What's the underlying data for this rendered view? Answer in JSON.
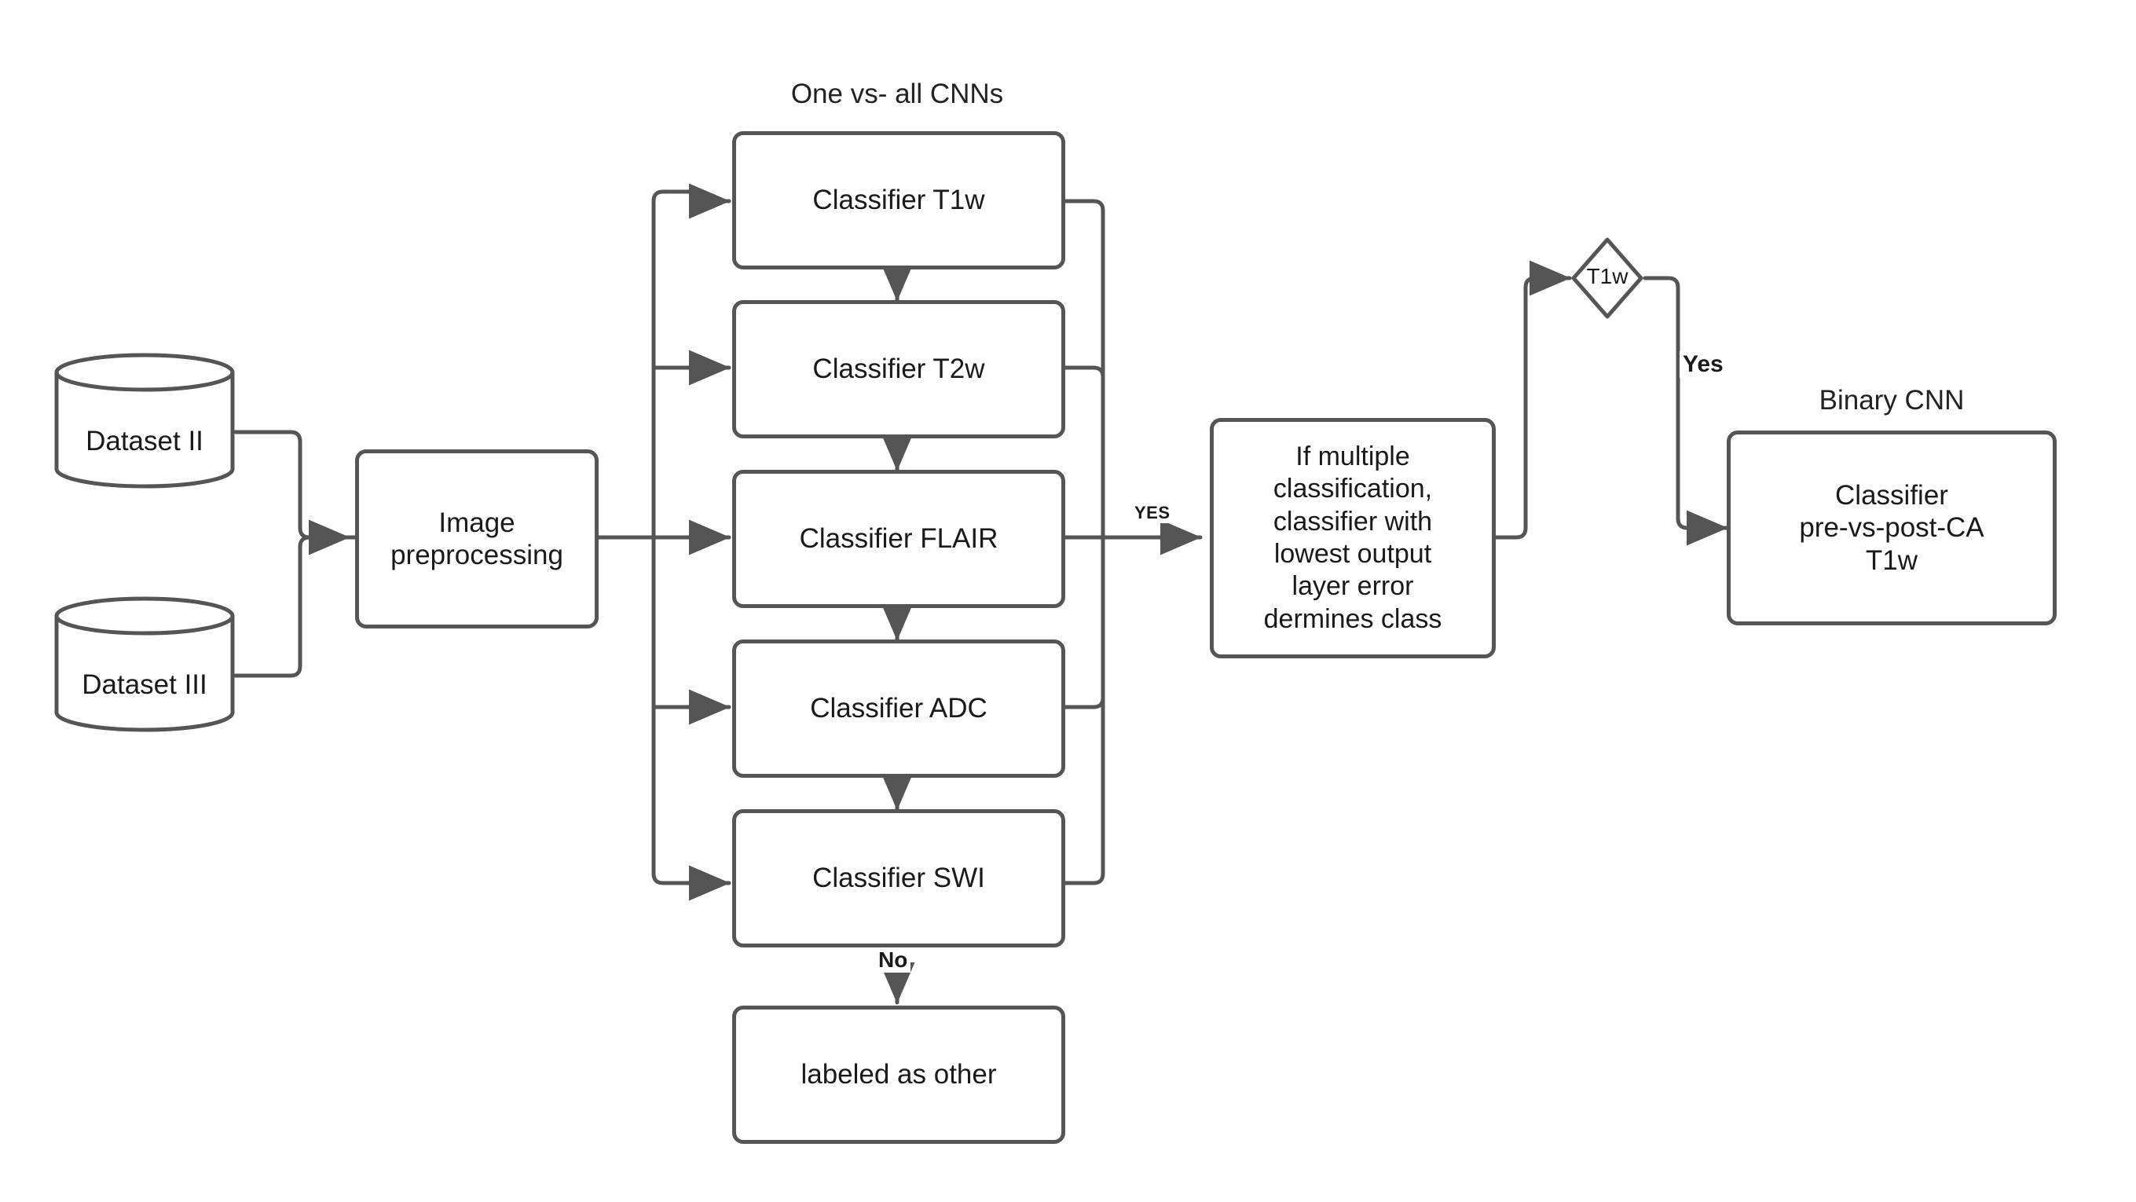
{
  "diagram": {
    "title_one_vs_all": "One vs- all CNNs",
    "title_binary_cnn": "Binary CNN",
    "datasets": [
      {
        "label": "Dataset II"
      },
      {
        "label": "Dataset III"
      }
    ],
    "preprocessing": {
      "label": "Image\npreprocessing",
      "line1": "Image",
      "line2": "preprocessing"
    },
    "classifiers": [
      {
        "label": "Classifier T1w"
      },
      {
        "label": "Classifier T2w"
      },
      {
        "label": "Classifier FLAIR"
      },
      {
        "label": "Classifier ADC"
      },
      {
        "label": "Classifier SWI"
      }
    ],
    "other_box": {
      "label": "labeled as other"
    },
    "decision_box": {
      "lines": [
        "If multiple",
        "classification,",
        "classifier with",
        "lowest output",
        "layer error",
        "dermines class"
      ],
      "text": "If multiple classification, classifier with lowest output layer error dermines class"
    },
    "decision_diamond": {
      "label": "T1w"
    },
    "binary_classifier": {
      "lines": [
        "Classifier",
        "pre-vs-post-CA",
        "T1w"
      ],
      "text": "Classifier pre-vs-post-CA T1w"
    },
    "edge_labels": {
      "yes_caps": "YES",
      "yes": "Yes",
      "no": "No"
    },
    "colors": {
      "stroke": "#555555",
      "text": "#1a1a1a",
      "background": "#ffffff"
    }
  }
}
